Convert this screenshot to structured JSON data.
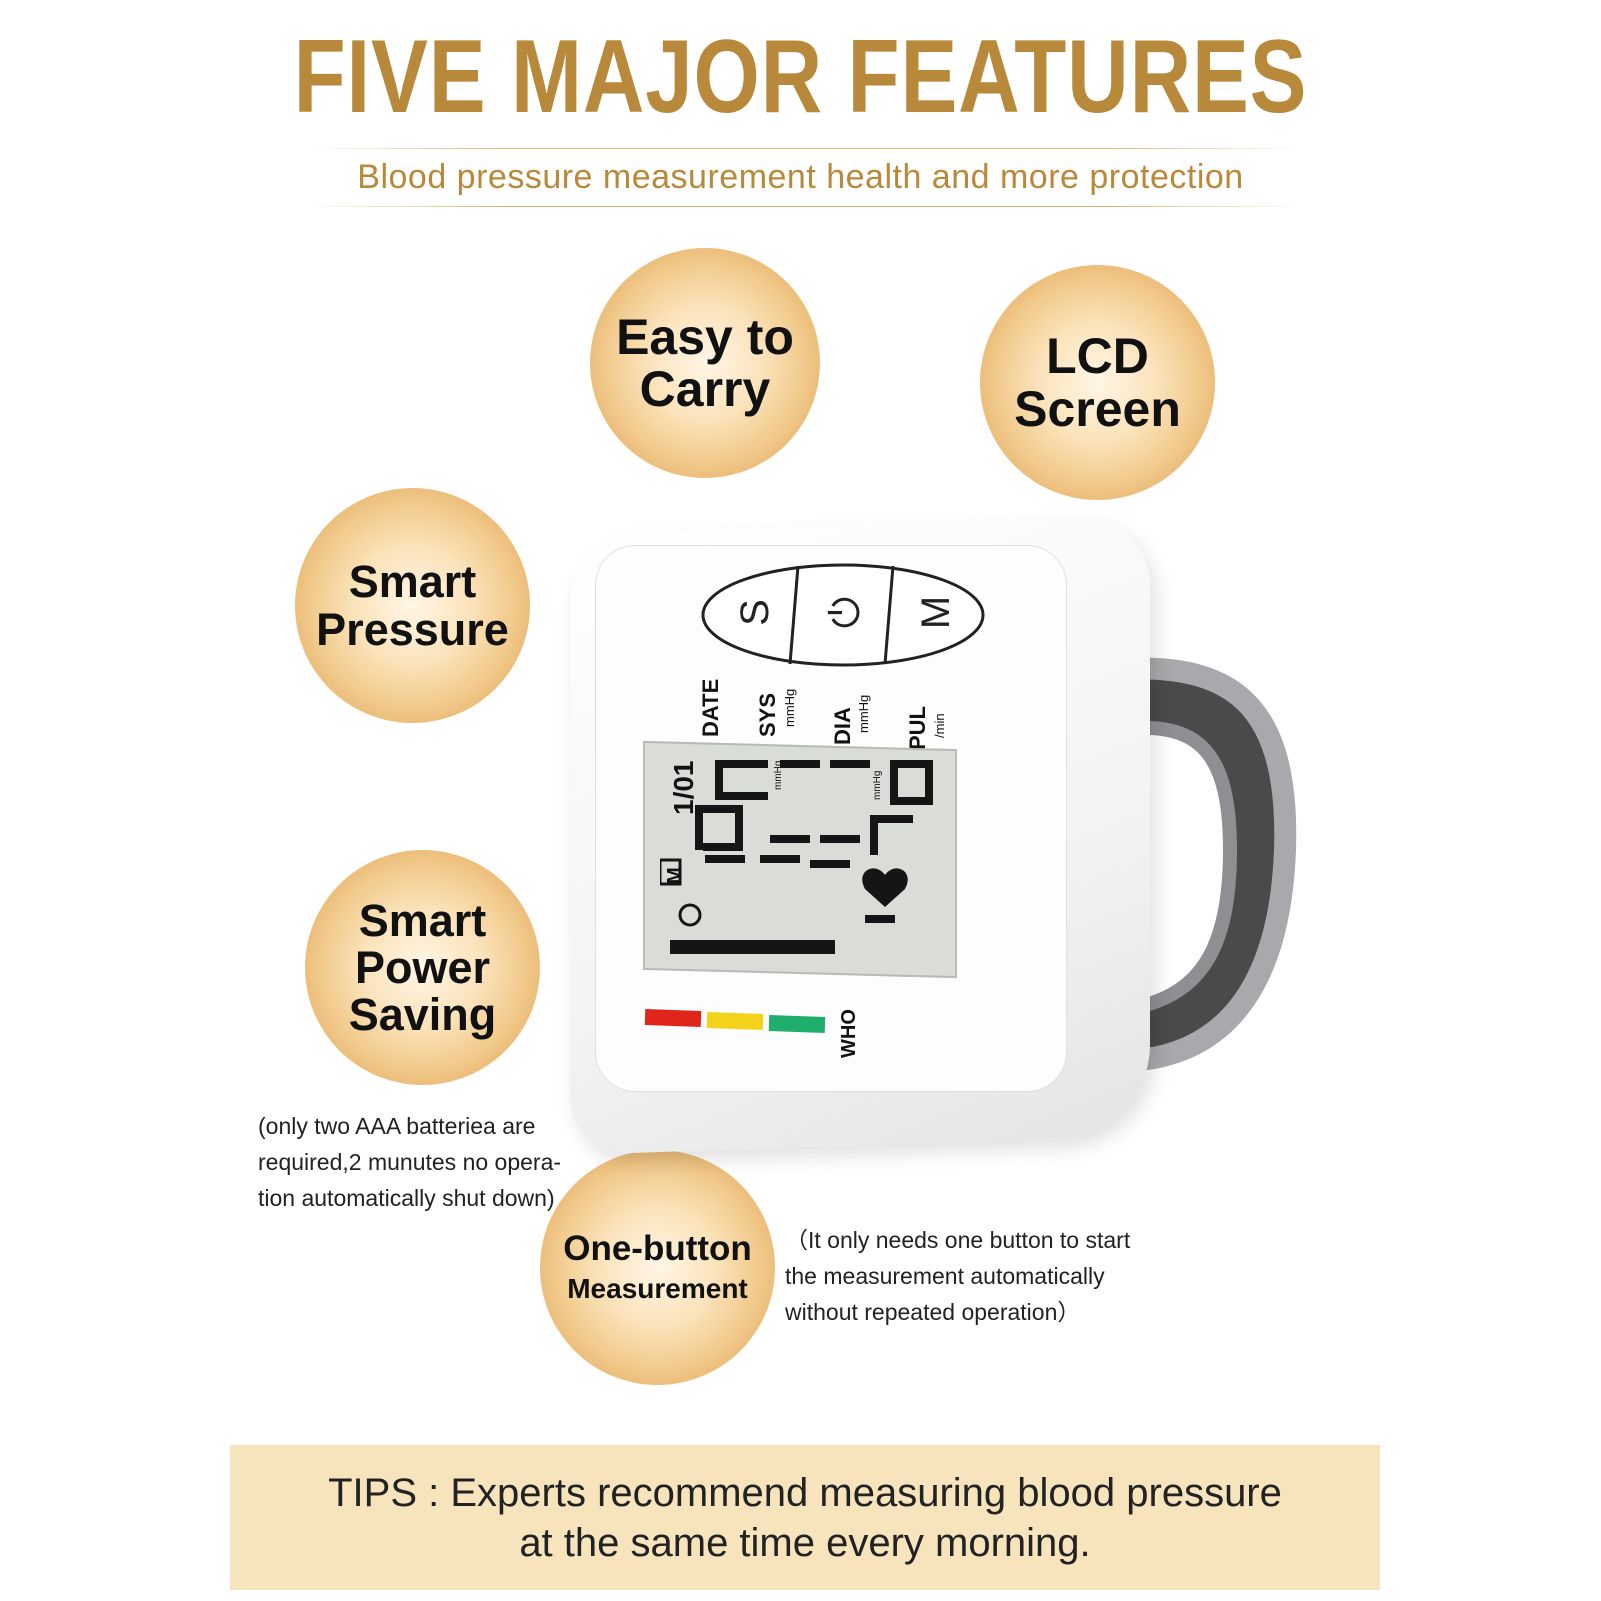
{
  "header": {
    "title": "FIVE MAJOR FEATURES",
    "subtitle": "Blood pressure measurement health and more protection"
  },
  "features": {
    "easy_to_carry": [
      "Easy to",
      "Carry"
    ],
    "lcd_screen": [
      "LCD",
      "Screen"
    ],
    "smart_pressure": [
      "Smart",
      "Pressure"
    ],
    "smart_power_saving": [
      "Smart",
      "Power",
      "Saving"
    ],
    "one_button": [
      "One-button",
      "Measurement"
    ]
  },
  "notes": {
    "power_saving": [
      "(only two AAA batteriea are",
      "required,2 munutes no opera-",
      "tion automatically shut down)"
    ],
    "one_button": [
      "（It only needs one button to start",
      "the measurement automatically",
      "without repeated operation）"
    ]
  },
  "device": {
    "buttons": [
      "S",
      "⏻",
      "M"
    ],
    "labels": {
      "date": "DATE",
      "sys": "SYS",
      "sys_unit": "mmHg",
      "dia": "DIA",
      "dia_unit": "mmHg",
      "pul": "PUL",
      "pul_unit": "/min",
      "who": "WHO"
    },
    "lcd": {
      "date_value": "1/01",
      "mmhg_small": "mmHg",
      "memory_indicator": "M"
    },
    "who_colors": [
      "#e0251b",
      "#f2d21a",
      "#1fae6c"
    ]
  },
  "tips": [
    "TIPS : Experts recommend measuring blood pressure",
    "at the same time every morning."
  ],
  "colors": {
    "gold": "#b8893a",
    "tips_bg": "#f7e4bd"
  }
}
